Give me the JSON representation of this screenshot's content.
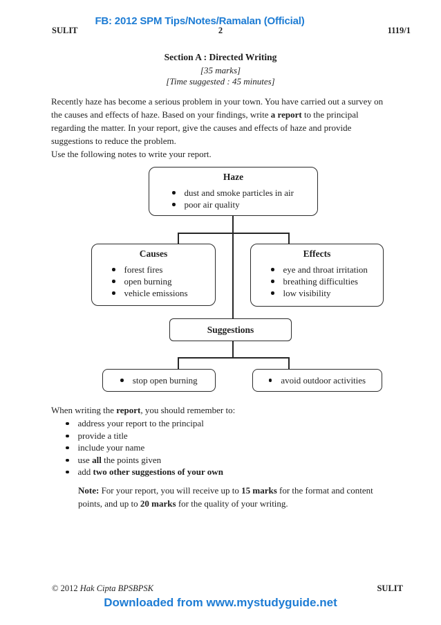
{
  "colors": {
    "accent_blue": "#1d7cd4",
    "ink": "#1f1f1f",
    "background": "#ffffff"
  },
  "banner": {
    "top": "FB: 2012 SPM Tips/Notes/Ramalan (Official)",
    "bottom": "Downloaded from www.mystudyguide.net"
  },
  "header": {
    "left": "SULIT",
    "page_number": "2",
    "right": "1119/1"
  },
  "section": {
    "title": "Section A : Directed Writing",
    "marks": "[35 marks]",
    "time": "[Time suggested : 45 minutes]"
  },
  "prompt": {
    "line1": "Recently haze has become a serious problem in your town. You have carried out a survey on",
    "line2_pre": "the causes and effects of haze. Based on your findings, write ",
    "line2_bold": "a report",
    "line2_post": " to the principal",
    "line3": "regarding the matter. In your report, give the causes and effects of haze and provide",
    "line4": "suggestions to reduce the problem.",
    "line5": "Use the following notes to write your report."
  },
  "flowchart": {
    "haze": {
      "title": "Haze",
      "items": [
        "dust and smoke particles in air",
        "poor air quality"
      ]
    },
    "causes": {
      "title": "Causes",
      "items": [
        "forest fires",
        "open burning",
        "vehicle emissions"
      ]
    },
    "effects": {
      "title": "Effects",
      "items": [
        "eye and throat irritation",
        "breathing difficulties",
        "low visibility"
      ]
    },
    "suggestions": {
      "title": "Suggestions",
      "items": [
        "stop open burning",
        "avoid outdoor activities"
      ]
    }
  },
  "instructions": {
    "intro_pre": "When writing the ",
    "intro_bold": "report",
    "intro_post": ", you should remember to:",
    "bullets": [
      {
        "pre": "address your report to the principal",
        "bold": "",
        "post": ""
      },
      {
        "pre": "provide a title",
        "bold": "",
        "post": ""
      },
      {
        "pre": "include your name",
        "bold": "",
        "post": ""
      },
      {
        "pre": "use ",
        "bold": "all",
        "post": " the points given"
      },
      {
        "pre": "add ",
        "bold": "two other suggestions of your own",
        "post": ""
      }
    ]
  },
  "note": {
    "label": "Note:",
    "line1_a": " For your report, you will receive up to ",
    "line1_bold": "15 marks",
    "line1_b": " for the format and content",
    "line2_a": "points, and up to ",
    "line2_bold": "20 marks",
    "line2_b": " for the quality of your writing."
  },
  "footer": {
    "copyright_pre": "© 2012 ",
    "copyright_italic": "Hak Cipta BPSBPSK",
    "right": "SULIT"
  }
}
